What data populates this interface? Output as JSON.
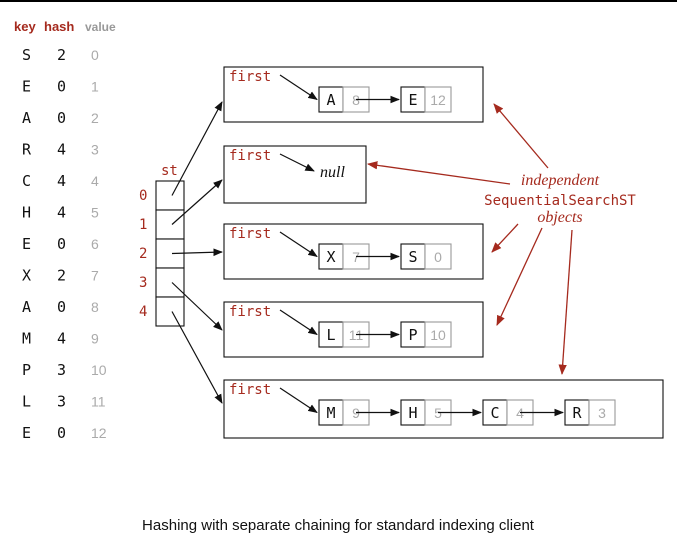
{
  "table": {
    "headers": {
      "key": "key",
      "hash": "hash",
      "value": "value"
    },
    "rows": [
      {
        "key": "S",
        "hash": "2",
        "value": "0"
      },
      {
        "key": "E",
        "hash": "0",
        "value": "1"
      },
      {
        "key": "A",
        "hash": "0",
        "value": "2"
      },
      {
        "key": "R",
        "hash": "4",
        "value": "3"
      },
      {
        "key": "C",
        "hash": "4",
        "value": "4"
      },
      {
        "key": "H",
        "hash": "4",
        "value": "5"
      },
      {
        "key": "E",
        "hash": "0",
        "value": "6"
      },
      {
        "key": "X",
        "hash": "2",
        "value": "7"
      },
      {
        "key": "A",
        "hash": "0",
        "value": "8"
      },
      {
        "key": "M",
        "hash": "4",
        "value": "9"
      },
      {
        "key": "P",
        "hash": "3",
        "value": "10"
      },
      {
        "key": "L",
        "hash": "3",
        "value": "11"
      },
      {
        "key": "E",
        "hash": "0",
        "value": "12"
      }
    ]
  },
  "array": {
    "label": "st",
    "indices": [
      "0",
      "1",
      "2",
      "3",
      "4"
    ]
  },
  "chains": [
    {
      "first_label": "first",
      "null_text": "",
      "nodes": [
        {
          "key": "A",
          "value": "8"
        },
        {
          "key": "E",
          "value": "12"
        }
      ]
    },
    {
      "first_label": "first",
      "null_text": "null",
      "nodes": []
    },
    {
      "first_label": "first",
      "null_text": "",
      "nodes": [
        {
          "key": "X",
          "value": "7"
        },
        {
          "key": "S",
          "value": "0"
        }
      ]
    },
    {
      "first_label": "first",
      "null_text": "",
      "nodes": [
        {
          "key": "L",
          "value": "11"
        },
        {
          "key": "P",
          "value": "10"
        }
      ]
    },
    {
      "first_label": "first",
      "null_text": "",
      "nodes": [
        {
          "key": "M",
          "value": "9"
        },
        {
          "key": "H",
          "value": "5"
        },
        {
          "key": "C",
          "value": "4"
        },
        {
          "key": "R",
          "value": "3"
        }
      ]
    }
  ],
  "annotation": {
    "line1": "independent",
    "line2": "SequentialSearchST",
    "line3": "objects"
  },
  "caption": "Hashing with separate chaining for standard indexing client",
  "colors": {
    "accent": "#a52a1e",
    "text": "#111111",
    "muted": "#aaaaaa",
    "header_muted": "#999999",
    "top_border": "#000000"
  }
}
